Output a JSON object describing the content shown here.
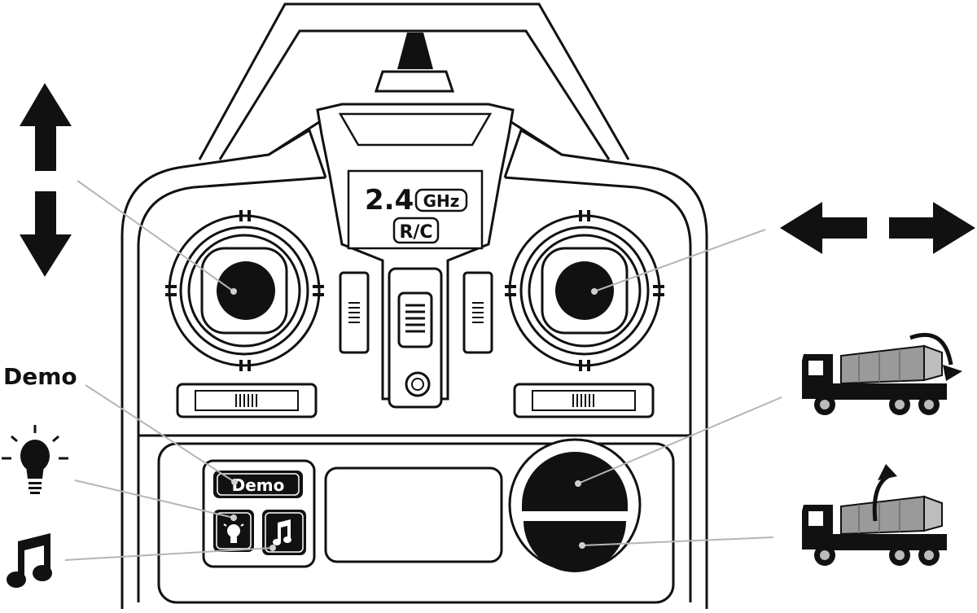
{
  "remote": {
    "badge_freq": "2.4",
    "badge_unit": "GHz",
    "badge_rc": "R/C",
    "demo_button": "Demo"
  },
  "callouts": {
    "demo_label": "Demo"
  },
  "icons": {
    "left_stick": [
      "arrow-up-icon",
      "arrow-down-icon"
    ],
    "right_stick": [
      "arrow-left-icon",
      "arrow-right-icon"
    ],
    "demo": "demo-label",
    "light": "light-bulb-icon",
    "music": "music-note-icon",
    "upper_knob": "mixer-drum-rotate-clockwise-icon",
    "lower_knob": "mixer-drum-rotate-counterclockwise-icon"
  },
  "colors": {
    "ink": "#111111",
    "leader": "#b5b5b5",
    "drum": "#9a9a9a"
  }
}
